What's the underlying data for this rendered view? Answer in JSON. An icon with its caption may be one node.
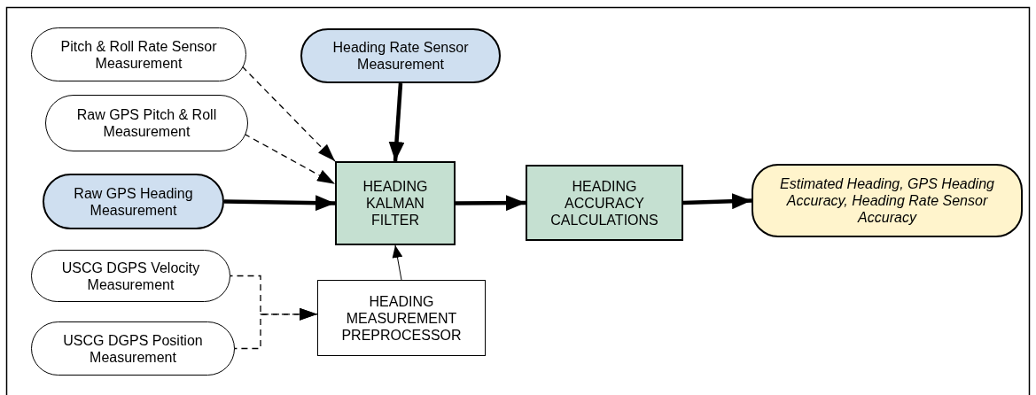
{
  "diagram": {
    "nodes": [
      {
        "text": [
          "Pitch & Roll Rate Sensor Measurement"
        ]
      },
      {
        "text": [
          "Heading Rate Sensor Measurement"
        ]
      },
      {
        "text": [
          "Raw GPS Pitch & Roll Measurement"
        ]
      },
      {
        "text": [
          "Raw GPS Heading Measurement"
        ]
      },
      {
        "text": [
          "HEADING KALMAN FILTER"
        ]
      },
      {
        "text": [
          "HEADING ACCURACY CALCULATIONS"
        ]
      },
      {
        "text": [
          "Estimated Heading, GPS Heading Accuracy, Heading Rate Sensor Accuracy"
        ]
      },
      {
        "text": [
          "USCG DGPS Velocity Measurement"
        ]
      },
      {
        "text": [
          "USCG DGPS Position Measurement"
        ]
      },
      {
        "text": [
          "HEADING MEASUREMENT PREPROCESSOR"
        ]
      }
    ],
    "edges": [
      {
        "from": 0,
        "to": 4,
        "arrow": "to",
        "style": "dashed"
      },
      {
        "from": 1,
        "to": 4,
        "arrow": "to",
        "style": "thick"
      },
      {
        "from": 2,
        "to": 4,
        "arrow": "to",
        "style": "dashed"
      },
      {
        "from": 3,
        "to": 4,
        "arrow": "to",
        "style": "thick"
      },
      {
        "from": 4,
        "to": 5,
        "arrow": "to",
        "style": "thick"
      },
      {
        "from": 5,
        "to": 6,
        "arrow": "to",
        "style": "thick"
      },
      {
        "from": 9,
        "to": 4,
        "arrow": "to"
      },
      {
        "from": 7,
        "to": 9,
        "arrow": "to",
        "style": "dashed"
      },
      {
        "from": 8,
        "to": 9,
        "arrow": "to",
        "style": "dashed"
      }
    ]
  }
}
